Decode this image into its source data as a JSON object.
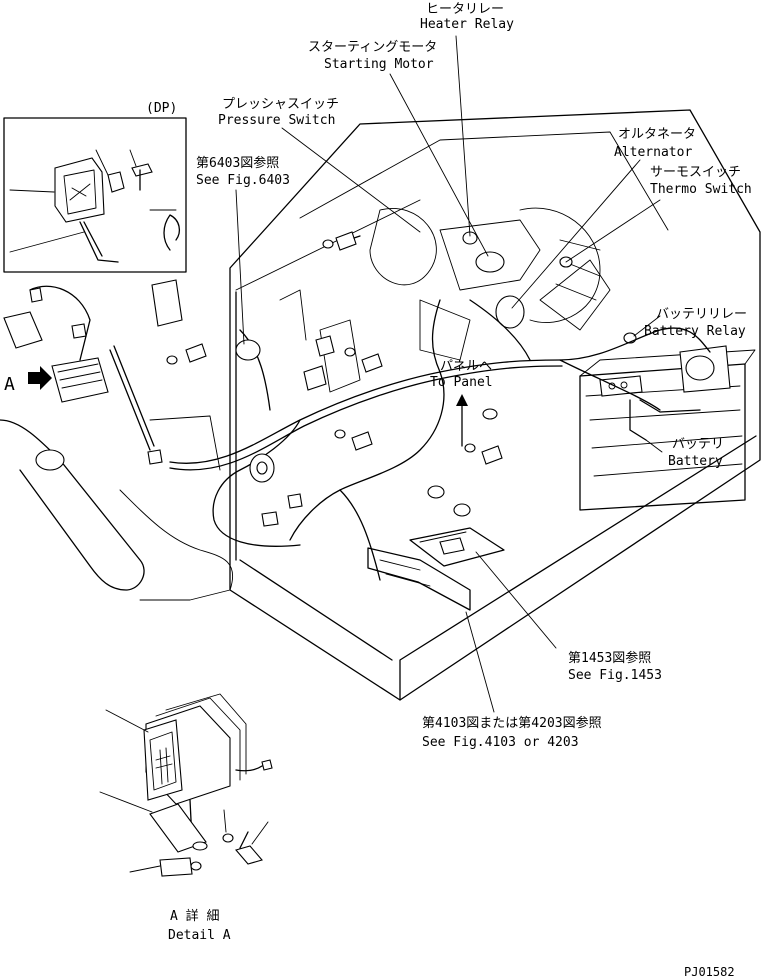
{
  "labels": {
    "heater_relay_jp": "ヒータリレー",
    "heater_relay_en": "Heater Relay",
    "starting_motor_jp": "スターティングモータ",
    "starting_motor_en": "Starting Motor",
    "pressure_switch_jp": "プレッシャスイッチ",
    "pressure_switch_en": "Pressure Switch",
    "dp": "(DP)",
    "see_6403_jp": "第6403図参照",
    "see_6403_en": "See Fig.6403",
    "alternator_jp": "オルタネータ",
    "alternator_en": "Alternator",
    "thermo_switch_jp": "サーモスイッチ",
    "thermo_switch_en": "Thermo Switch",
    "battery_relay_jp": "バッテリリレー",
    "battery_relay_en": "Battery Relay",
    "to_panel_jp": "パネルへ",
    "to_panel_en": "To Panel",
    "battery_jp": "バッテリ",
    "battery_en": "Battery",
    "view_a": "A",
    "see_1453_jp": "第1453図参照",
    "see_1453_en": "See Fig.1453",
    "see_4103_jp": "第4103図または第4203図参照",
    "see_4103_en": "See Fig.4103 or 4203",
    "detail_a_jp": "A 詳 細",
    "detail_a_en": "Detail A",
    "drawing_no": "PJ01582"
  }
}
